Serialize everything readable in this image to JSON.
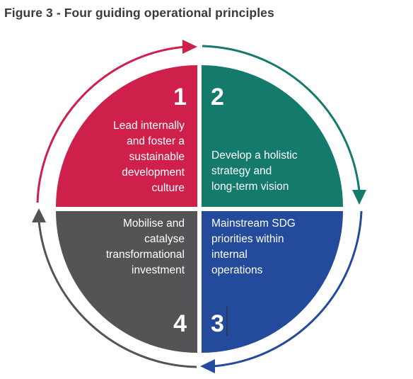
{
  "figure": {
    "title": "Figure 3 - Four guiding operational principles"
  },
  "quadrants": [
    {
      "number": "1",
      "lines": [
        "Lead internally",
        "and foster a",
        "sustainable",
        "development",
        "culture"
      ],
      "color": "#cf1f4b"
    },
    {
      "number": "2",
      "lines": [
        "Develop a holistic",
        "strategy and",
        "long-term vision"
      ],
      "color": "#137a6c"
    },
    {
      "number": "3",
      "lines": [
        "Mainstream SDG",
        "priorities within",
        "internal",
        "operations"
      ],
      "color": "#244a9c"
    },
    {
      "number": "4",
      "lines": [
        "Mobilise and",
        "catalyse",
        "transformational",
        "investment"
      ],
      "color": "#545456"
    }
  ],
  "arrows": {
    "top_left_color": "#cf1f4b",
    "top_right_color": "#137a6c",
    "bottom_right_color": "#244a9c",
    "bottom_left_color": "#545456"
  }
}
